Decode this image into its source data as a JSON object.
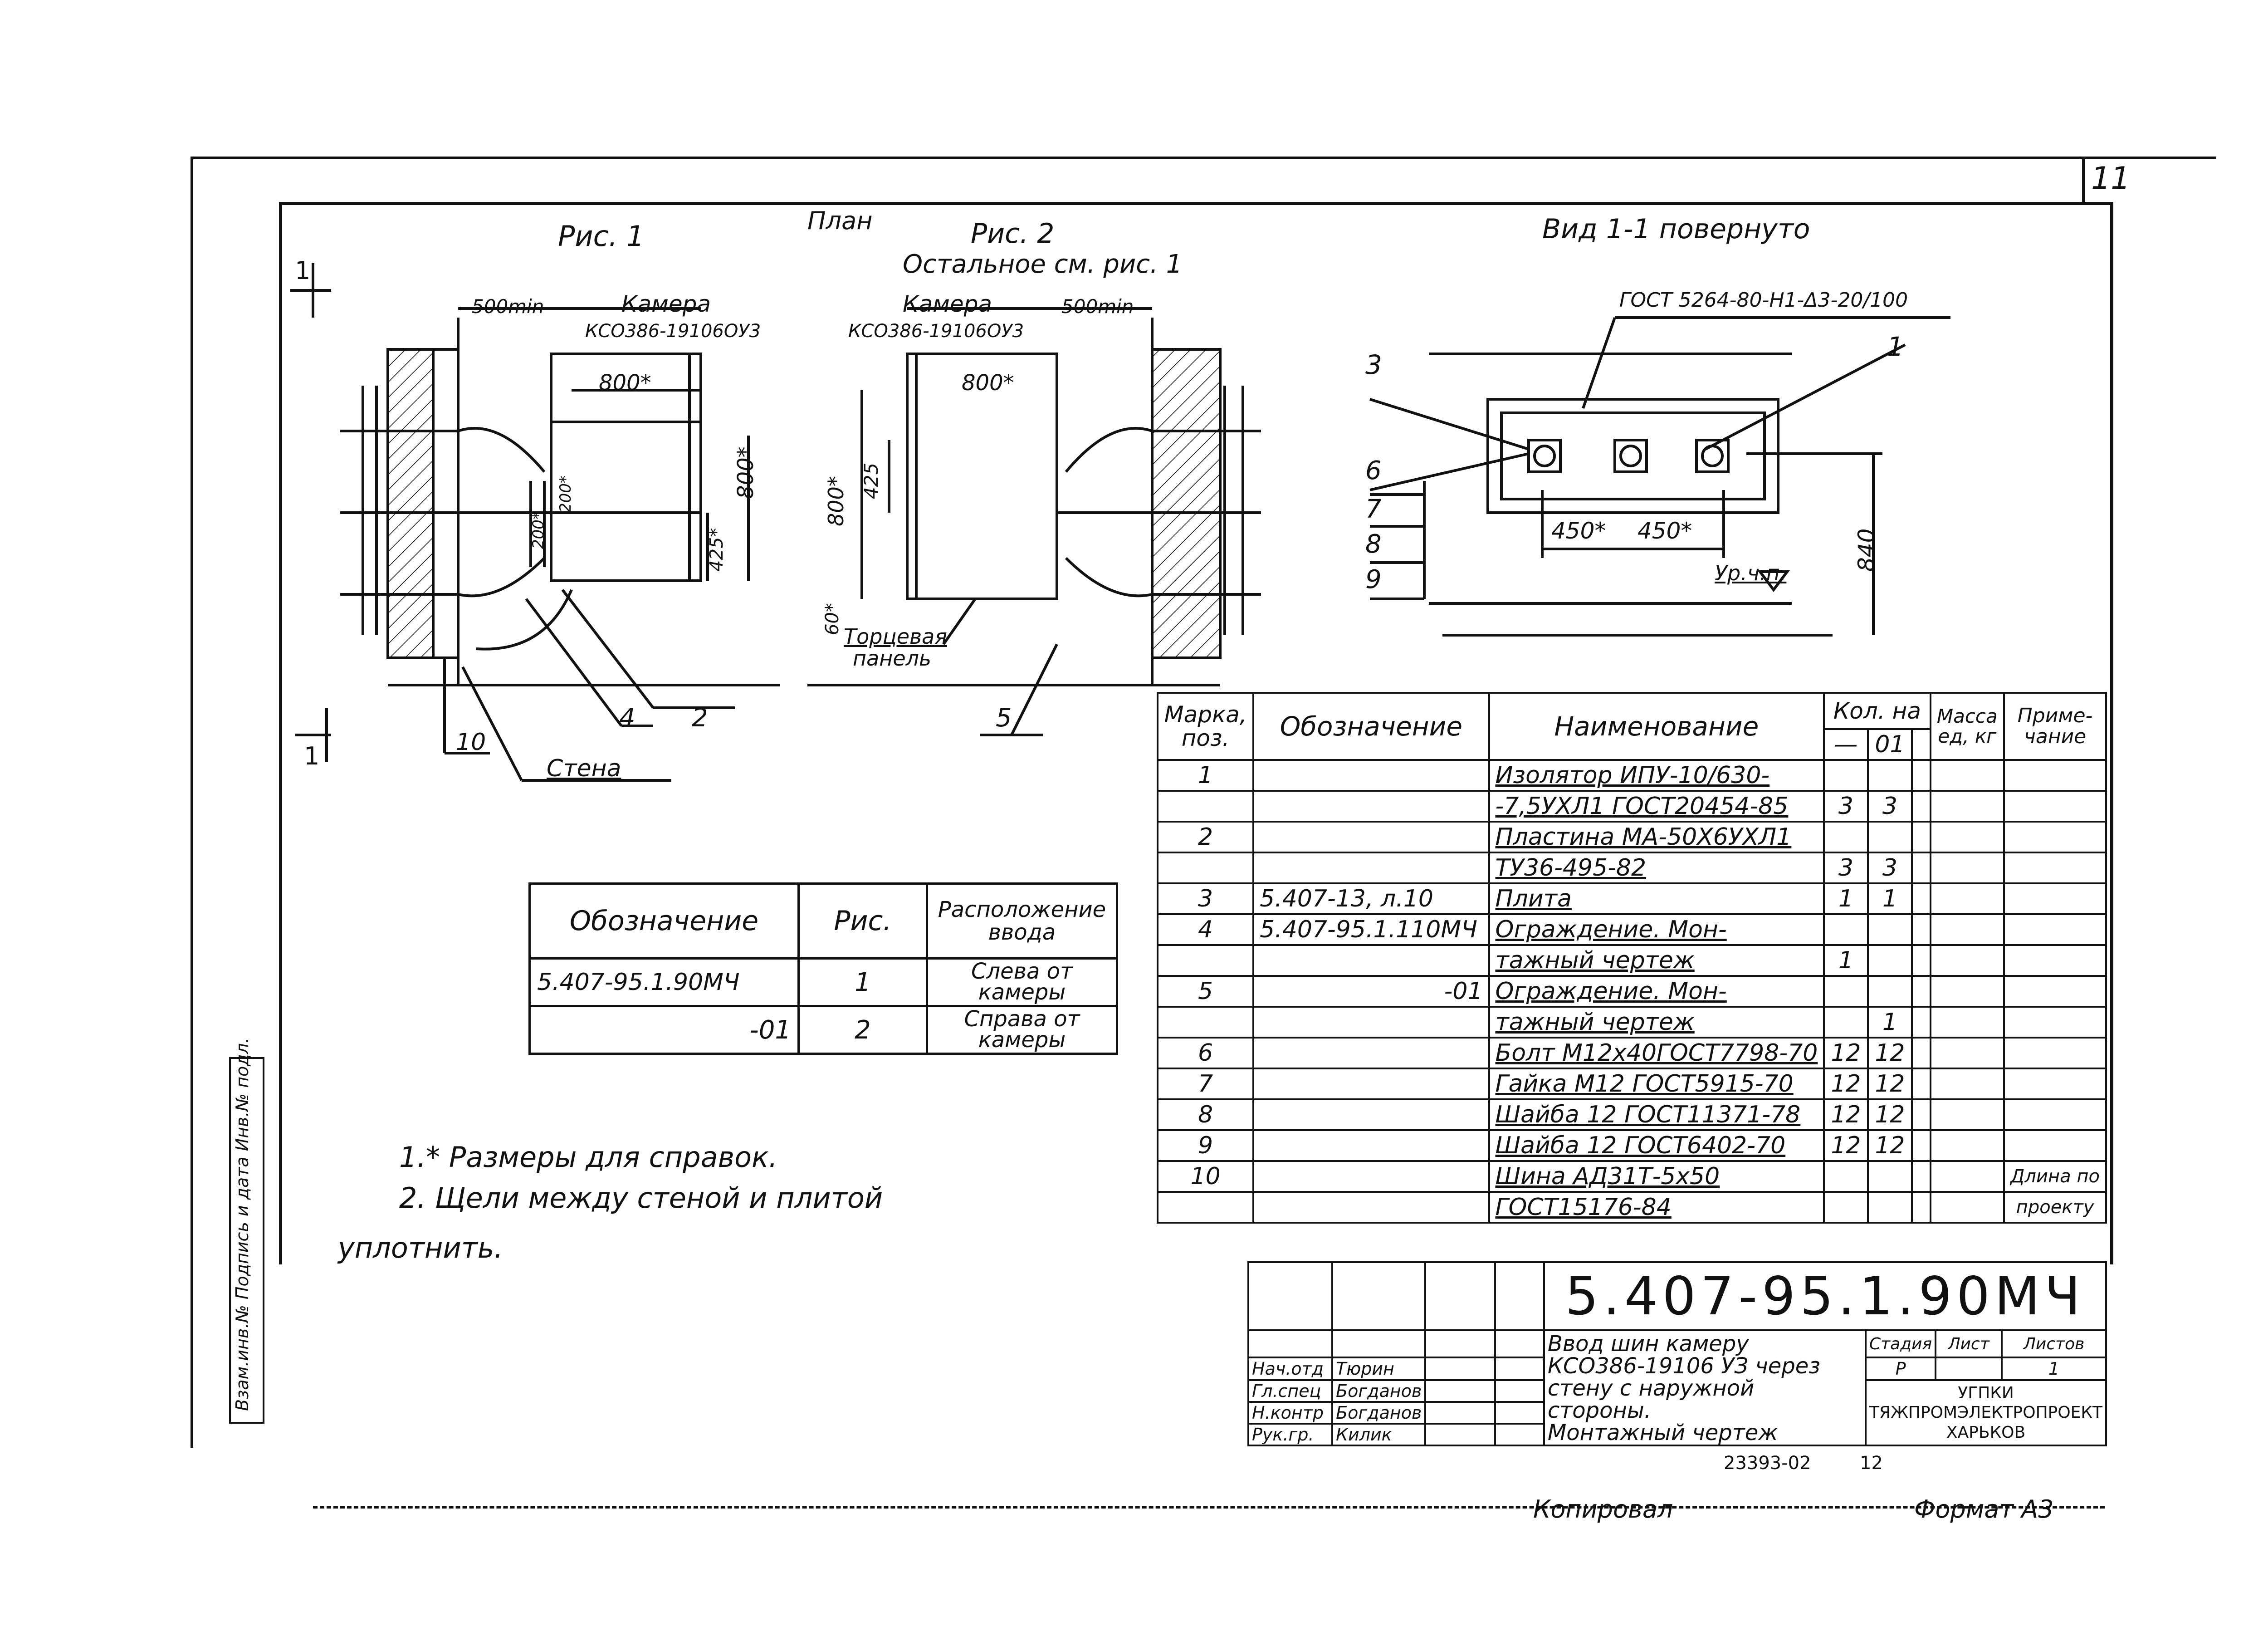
{
  "sheet_number": "11",
  "drawing": {
    "fig1_label": "Рис. 1",
    "plan_label": "План",
    "fig2_label": "Рис. 2",
    "fig2_note": "Остальное см. рис. 1",
    "view_label": "Вид 1-1 повернуто",
    "section_mark": "1",
    "weld_note": "ГОСТ 5264-80-Н1-Δ3-20/100",
    "fig1": {
      "dim_min": "500min",
      "camera_label": "Камера",
      "camera_code": "КСО386-19106ОУ3",
      "dim_800_top": "800*",
      "dim_800_side": "800*",
      "dim_425": "425*",
      "dim_200a": "200*",
      "dim_200b": "200*",
      "callout_4": "4",
      "callout_2": "2",
      "callout_10": "10",
      "wall_label": "Стена"
    },
    "fig2": {
      "camera_label": "Камера",
      "camera_code": "КСО386-19106ОУ3",
      "dim_min": "500min",
      "dim_800_top": "800*",
      "dim_800_side": "800*",
      "dim_425": "425",
      "dim_60": "60*",
      "panel_label_1": "Торцевая",
      "panel_label_2": "панель",
      "callout_5": "5"
    },
    "view": {
      "callout_3": "3",
      "callout_1": "1",
      "callout_6": "6",
      "callout_7": "7",
      "callout_8": "8",
      "callout_9": "9",
      "dim_450a": "450*",
      "dim_450b": "450*",
      "dim_840": "840",
      "floor_label": "Ур.ч.п."
    }
  },
  "variant_table": {
    "headers": [
      "Обозначение",
      "Рис.",
      "Расположение ввода"
    ],
    "rows": [
      [
        "5.407-95.1.90МЧ",
        "1",
        "Слева от камеры"
      ],
      [
        "-01",
        "2",
        "Справа от камеры"
      ]
    ]
  },
  "notes": [
    "1.* Размеры для справок.",
    "2. Щели между стеной и плитой",
    "уплотнить."
  ],
  "spec_table": {
    "h_mark": "Марка, поз.",
    "h_desig": "Обозначение",
    "h_name": "Наименование",
    "h_qty": "Кол. на",
    "h_qty_a": "—",
    "h_qty_b": "01",
    "h_mass": "Масса ед, кг",
    "h_note": "Приме-чание",
    "rows": [
      {
        "pos": "1",
        "desig": "",
        "name": "Изолятор ИПУ-10/630-",
        "q1": "",
        "q2": "",
        "note": ""
      },
      {
        "pos": "",
        "desig": "",
        "name": "-7,5УХЛ1 ГОСТ20454-85",
        "q1": "3",
        "q2": "3",
        "note": ""
      },
      {
        "pos": "2",
        "desig": "",
        "name": "Пластина МА-50Х6УХЛ1",
        "q1": "",
        "q2": "",
        "note": ""
      },
      {
        "pos": "",
        "desig": "",
        "name": "ТУ36-495-82",
        "q1": "3",
        "q2": "3",
        "note": ""
      },
      {
        "pos": "3",
        "desig": "5.407-13, л.10",
        "name": "Плита",
        "q1": "1",
        "q2": "1",
        "note": ""
      },
      {
        "pos": "4",
        "desig": "5.407-95.1.110МЧ",
        "name": "Ограждение. Мон-",
        "q1": "",
        "q2": "",
        "note": ""
      },
      {
        "pos": "",
        "desig": "",
        "name": "тажный чертеж",
        "q1": "1",
        "q2": "",
        "note": ""
      },
      {
        "pos": "5",
        "desig": "-01",
        "name": "Ограждение. Мон-",
        "q1": "",
        "q2": "",
        "note": ""
      },
      {
        "pos": "",
        "desig": "",
        "name": "тажный чертеж",
        "q1": "",
        "q2": "1",
        "note": ""
      },
      {
        "pos": "6",
        "desig": "",
        "name": "Болт М12х40ГОСТ7798-70",
        "q1": "12",
        "q2": "12",
        "note": ""
      },
      {
        "pos": "7",
        "desig": "",
        "name": "Гайка М12 ГОСТ5915-70",
        "q1": "12",
        "q2": "12",
        "note": ""
      },
      {
        "pos": "8",
        "desig": "",
        "name": "Шайба 12 ГОСТ11371-78",
        "q1": "12",
        "q2": "12",
        "note": ""
      },
      {
        "pos": "9",
        "desig": "",
        "name": "Шайба 12 ГОСТ6402-70",
        "q1": "12",
        "q2": "12",
        "note": ""
      },
      {
        "pos": "10",
        "desig": "",
        "name": "Шина АД31Т-5х50",
        "q1": "",
        "q2": "",
        "note": "Длина по"
      },
      {
        "pos": "",
        "desig": "",
        "name": "ГОСТ15176-84",
        "q1": "",
        "q2": "",
        "note": "проекту"
      }
    ]
  },
  "title_block": {
    "code": "5.407-95.1.90МЧ",
    "title_lines": [
      "Ввод шин камеру",
      "КСО386-19106 УЗ через",
      "стену с наружной",
      "стороны.",
      "Монтажный чертеж"
    ],
    "stage_h": "Стадия",
    "sheet_h": "Лист",
    "sheets_h": "Листов",
    "stage": "Р",
    "sheets": "1",
    "roles": [
      {
        "role": "Нач.отд",
        "name": "Тюрин"
      },
      {
        "role": "Гл.спец",
        "name": "Богданов"
      },
      {
        "role": "Н.контр",
        "name": "Богданов"
      },
      {
        "role": "Рук.гр.",
        "name": "Килик"
      }
    ],
    "org_lines": [
      "УГПКИ",
      "ТЯЖПРОМЭЛЕКТРОПРОЕКТ",
      "ХАРЬКОВ"
    ],
    "inv": "23393-02",
    "inv_sheet": "12"
  },
  "side_stamp": "Взам.инв.№  Подпись и дата  Инв.№ подл.",
  "footer": {
    "copied": "Копировал",
    "format": "Формат А3"
  }
}
